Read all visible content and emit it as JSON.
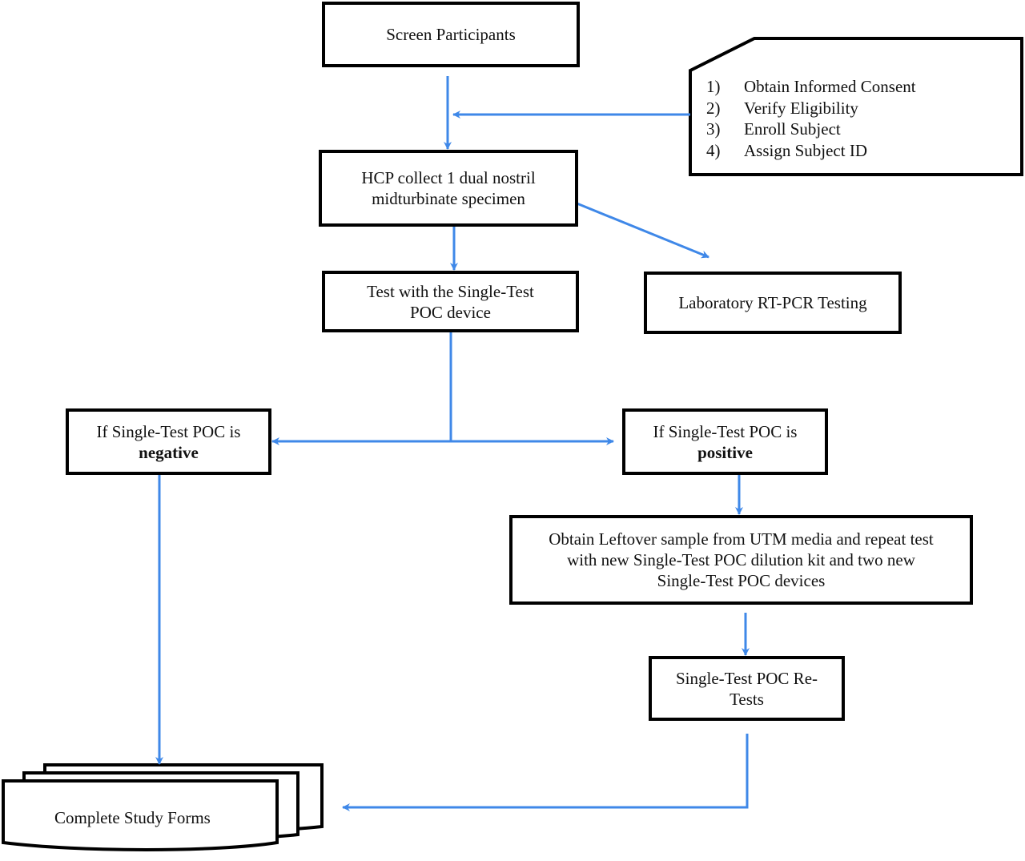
{
  "diagram": {
    "nodes": {
      "screen": {
        "label": "Screen Participants"
      },
      "consent_steps": {
        "items": [
          {
            "num": "1)",
            "text": "Obtain Informed Consent"
          },
          {
            "num": "2)",
            "text": "Verify Eligibility"
          },
          {
            "num": "3)",
            "text": "Enroll Subject"
          },
          {
            "num": "4)",
            "text": "Assign Subject ID"
          }
        ]
      },
      "collect": {
        "line1": "HCP collect 1 dual nostril",
        "line2": "midturbinate specimen"
      },
      "test_poc": {
        "line1": "Test with the Single-Test",
        "line2": "POC device"
      },
      "rt_pcr": {
        "label": "Laboratory RT-PCR Testing"
      },
      "negative": {
        "line1": "If Single-Test POC is",
        "line2": "negative"
      },
      "positive": {
        "line1": "If Single-Test POC is",
        "line2": "positive"
      },
      "leftover": {
        "line1": "Obtain Leftover sample from UTM media and repeat test",
        "line2": "with new Single-Test POC dilution kit and two new",
        "line3": "Single-Test POC devices"
      },
      "retests": {
        "line1": "Single-Test POC Re-",
        "line2": "Tests"
      },
      "forms": {
        "label": "Complete Study Forms"
      }
    },
    "colors": {
      "arrow": "#3f88e8",
      "border": "#000000"
    }
  }
}
